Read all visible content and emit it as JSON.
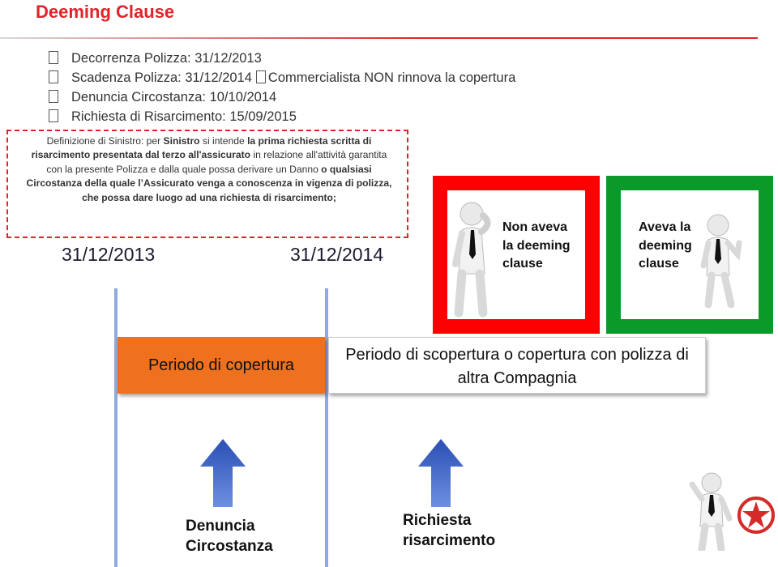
{
  "title": "Deeming Clause",
  "bullets": [
    {
      "text": "Decorrenza Polizza: 31/12/2013",
      "icon": "checkbox-icon"
    },
    {
      "text": "Scadenza Polizza: 31/12/2014",
      "continuation": "Commercialista NON rinnova la copertura",
      "icon": "checkbox-icon"
    },
    {
      "text": "Denuncia Circostanza: 10/10/2014",
      "icon": "checkbox-icon"
    },
    {
      "text": "Richiesta di Risarcimento: 15/09/2015",
      "icon": "checkbox-icon"
    }
  ],
  "definition": {
    "t1": "Definizione di Sinistro: per ",
    "b1": "Sinistro",
    "t2": " si intende ",
    "b2": "la prima richiesta scritta di risarcimento presentata dal terzo all'assicurato",
    "t3": " in relazione all'attività garantita con la presente Polizza e dalla quale possa derivare un Danno ",
    "b3": "o qualsiasi Circostanza della quale l’Assicurato venga a conoscenza in vigenza di polizza, che possa dare luogo ad una richiesta di risarcimento;"
  },
  "timeline": {
    "start_date": "31/12/2013",
    "end_date": "31/12/2014",
    "covered_label": "Periodo di copertura",
    "uncovered_label": "Periodo di scopertura o copertura con polizza di altra Compagnia",
    "event1_label": "Denuncia Circostanza",
    "event2_label": "Richiesta risarcimento"
  },
  "scenarios": {
    "no_clause": {
      "label": "Non aveva la deeming clause",
      "color": "#fe0000"
    },
    "with_clause": {
      "label": "Aveva la deeming clause",
      "color": "#0a9a2a"
    }
  },
  "colors": {
    "accent": "#e0242a",
    "covered": "#f0711d",
    "timeline": "#8faadc",
    "arrow": "#3d63c8"
  }
}
